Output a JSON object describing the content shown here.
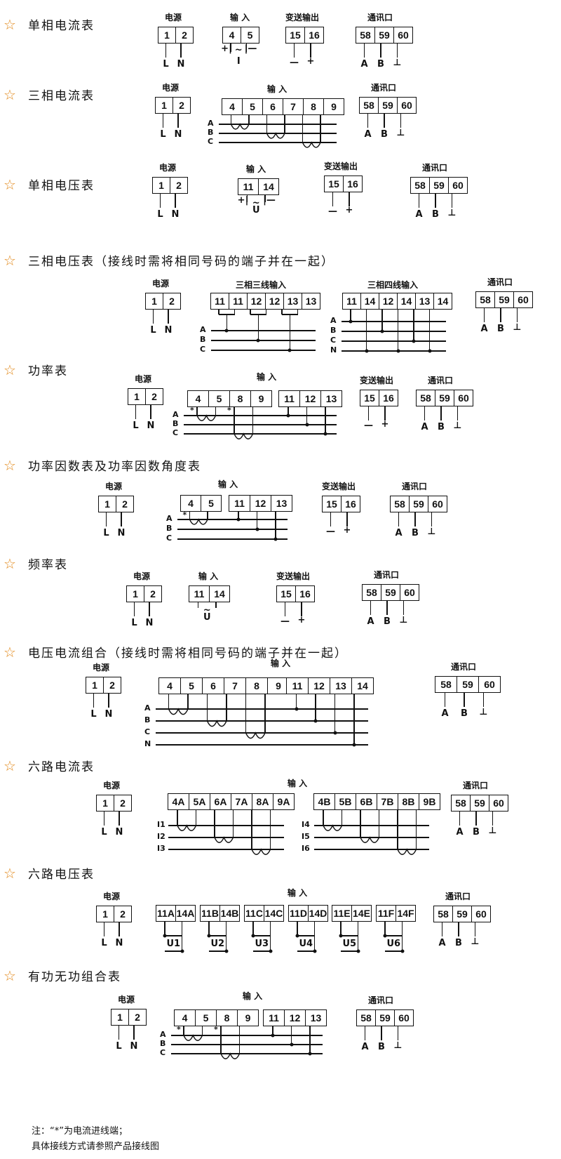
{
  "star": "☆",
  "headers": {
    "power": "电源",
    "input": "输 入",
    "transmit": "变送输出",
    "comm": "通讯口",
    "three_wire": "三相三线输入",
    "four_wire": "三相四线输入"
  },
  "terminals": {
    "power": [
      "1",
      "2"
    ],
    "comm": [
      "58",
      "59",
      "60"
    ],
    "transmit": [
      "15",
      "16"
    ],
    "cur1": [
      "4",
      "5"
    ],
    "cur3": [
      "4",
      "5",
      "6",
      "7",
      "8",
      "9"
    ],
    "volt1": [
      "11",
      "14"
    ],
    "v3w": [
      "11",
      "11",
      "12",
      "12",
      "13",
      "13"
    ],
    "v4w": [
      "11",
      "14",
      "12",
      "14",
      "13",
      "14"
    ],
    "pw_i": [
      "4",
      "5",
      "8",
      "9"
    ],
    "pw_v": [
      "11",
      "12",
      "13"
    ],
    "pf_i": [
      "4",
      "5"
    ],
    "vi_i": [
      "4",
      "5",
      "6",
      "7",
      "8",
      "9"
    ],
    "vi_v": [
      "11",
      "12",
      "13",
      "14"
    ],
    "c6a": [
      "4A",
      "5A",
      "6A",
      "7A",
      "8A",
      "9A"
    ],
    "c6b": [
      "4B",
      "5B",
      "6B",
      "7B",
      "8B",
      "9B"
    ],
    "v6": [
      [
        "11A",
        "14A"
      ],
      [
        "11B",
        "14B"
      ],
      [
        "11C",
        "14C"
      ],
      [
        "11D",
        "14D"
      ],
      [
        "11E",
        "14E"
      ],
      [
        "11F",
        "14F"
      ]
    ]
  },
  "labels": {
    "L": "L",
    "N": "N",
    "A": "A",
    "B": "B",
    "C": "C",
    "ground": "⊥",
    "minus": "—",
    "plus": "+",
    "in_plus": "+|",
    "in_minus": "|—",
    "ac": "~",
    "I": "I",
    "U": "U",
    "I1": "I1",
    "I2": "I2",
    "I3": "I3",
    "I4": "I4",
    "I5": "I5",
    "I6": "I6",
    "u_ch": [
      "U1",
      "U2",
      "U3",
      "U4",
      "U5",
      "U6"
    ],
    "star_mark": "*"
  },
  "sections": [
    {
      "title": "单相电流表"
    },
    {
      "title": "三相电流表"
    },
    {
      "title": "单相电压表"
    },
    {
      "title": "三相电压表（接线时需将相同号码的端子并在一起）"
    },
    {
      "title": "功率表"
    },
    {
      "title": "功率因数表及功率因数角度表"
    },
    {
      "title": "频率表"
    },
    {
      "title": "电压电流组合（接线时需将相同号码的端子并在一起）"
    },
    {
      "title": "六路电流表"
    },
    {
      "title": "六路电压表"
    },
    {
      "title": "有功无功组合表"
    }
  ],
  "notes": {
    "line1": "注：“*”为电流进线端；",
    "line2": "具体接线方式请参照产品接线图"
  }
}
